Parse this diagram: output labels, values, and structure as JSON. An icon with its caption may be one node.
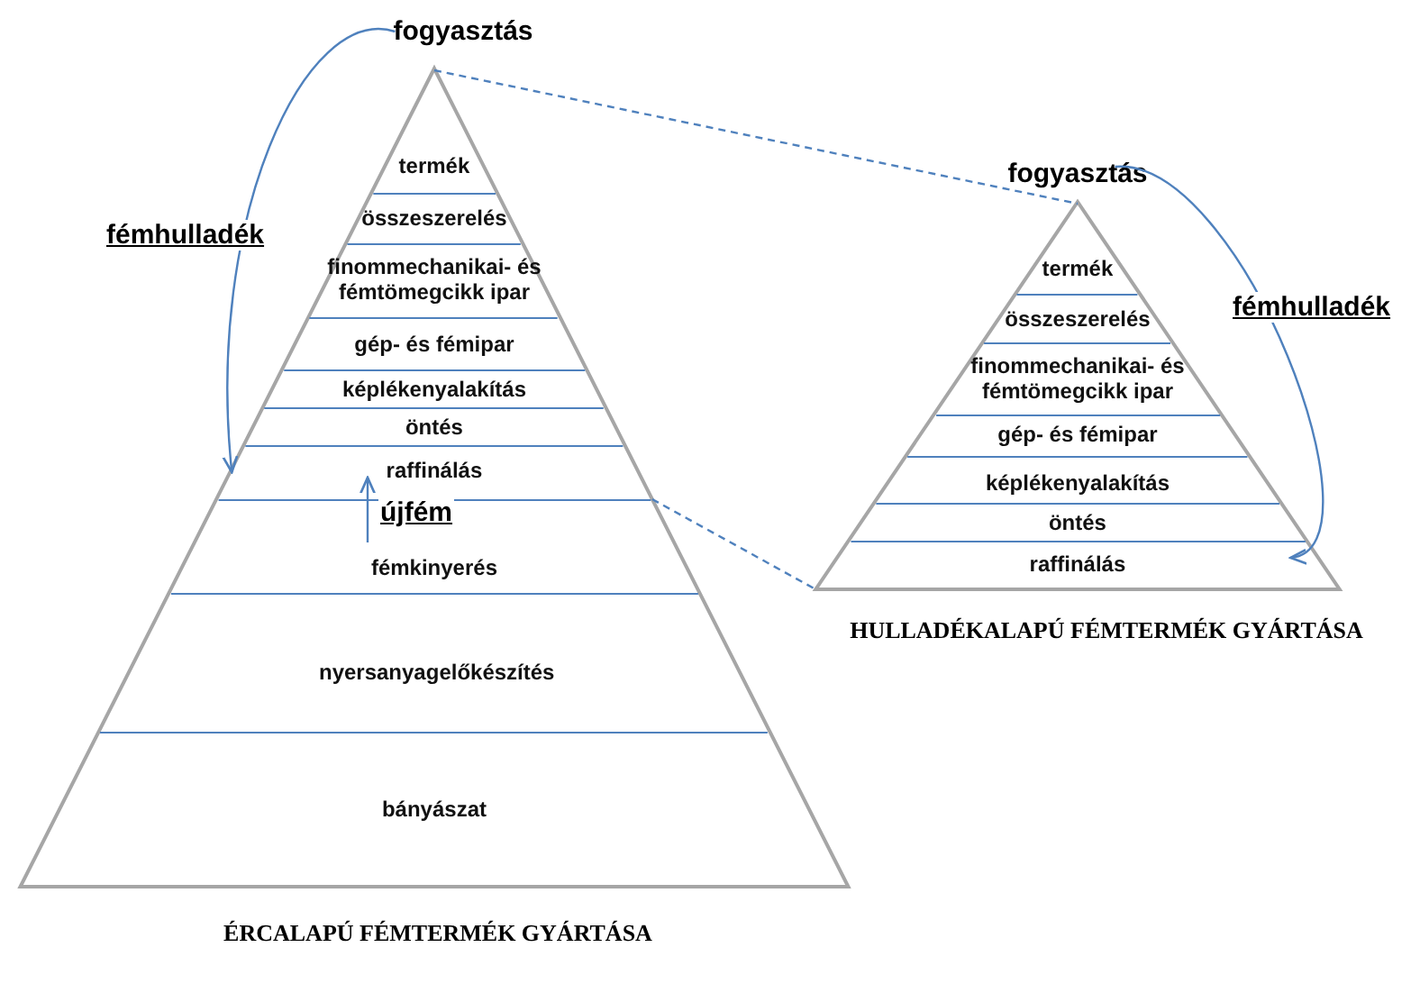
{
  "diagram": {
    "nodes": [
      {
        "text": [
          "ÉRCALAPÚ FÉMTERMÉK GYÁRTÁSA"
        ]
      },
      {
        "text": [
          "fogyasztás"
        ]
      },
      {
        "text": [
          "termék"
        ],
        "in": 0
      },
      {
        "text": [
          "összeszerelés"
        ],
        "in": 0
      },
      {
        "text": [
          "finommechanikai- és fémtömegcikk ipar"
        ],
        "in": 0
      },
      {
        "text": [
          "gép- és fémipar"
        ],
        "in": 0
      },
      {
        "text": [
          "képlékenyalakítás"
        ],
        "in": 0
      },
      {
        "text": [
          "öntés"
        ],
        "in": 0
      },
      {
        "text": [
          "raffinálás"
        ],
        "in": 0
      },
      {
        "text": [
          "fémkinyerés"
        ],
        "in": 0
      },
      {
        "text": [
          "nyersanyagelőkészítés"
        ],
        "in": 0
      },
      {
        "text": [
          "bányászat"
        ],
        "in": 0
      },
      {
        "text": [
          "HULLADÉKALAPÚ FÉMTERMÉK GYÁRTÁSA"
        ]
      },
      {
        "text": [
          "fogyasztás"
        ]
      },
      {
        "text": [
          "termék"
        ],
        "in": 12
      },
      {
        "text": [
          "összeszerelés"
        ],
        "in": 12
      },
      {
        "text": [
          "finommechanikai- és fémtömegcikk ipar"
        ],
        "in": 12
      },
      {
        "text": [
          "gép- és fémipar"
        ],
        "in": 12
      },
      {
        "text": [
          "képlékenyalakítás"
        ],
        "in": 12
      },
      {
        "text": [
          "öntés"
        ],
        "in": 12
      },
      {
        "text": [
          "raffinálás"
        ],
        "in": 12
      }
    ],
    "edges": [
      {
        "from": 1,
        "to": 8,
        "arrow": "to",
        "label": "fémhulladék"
      },
      {
        "from": 9,
        "to": 8,
        "arrow": "to",
        "label": "újfém"
      },
      {
        "from": 13,
        "to": 20,
        "arrow": "to",
        "label": "fémhulladék"
      },
      {
        "from": 0,
        "to": 12,
        "arrow": "none",
        "style": "dashed"
      },
      {
        "from": 0,
        "to": 12,
        "arrow": "none",
        "style": "dashed"
      }
    ]
  }
}
